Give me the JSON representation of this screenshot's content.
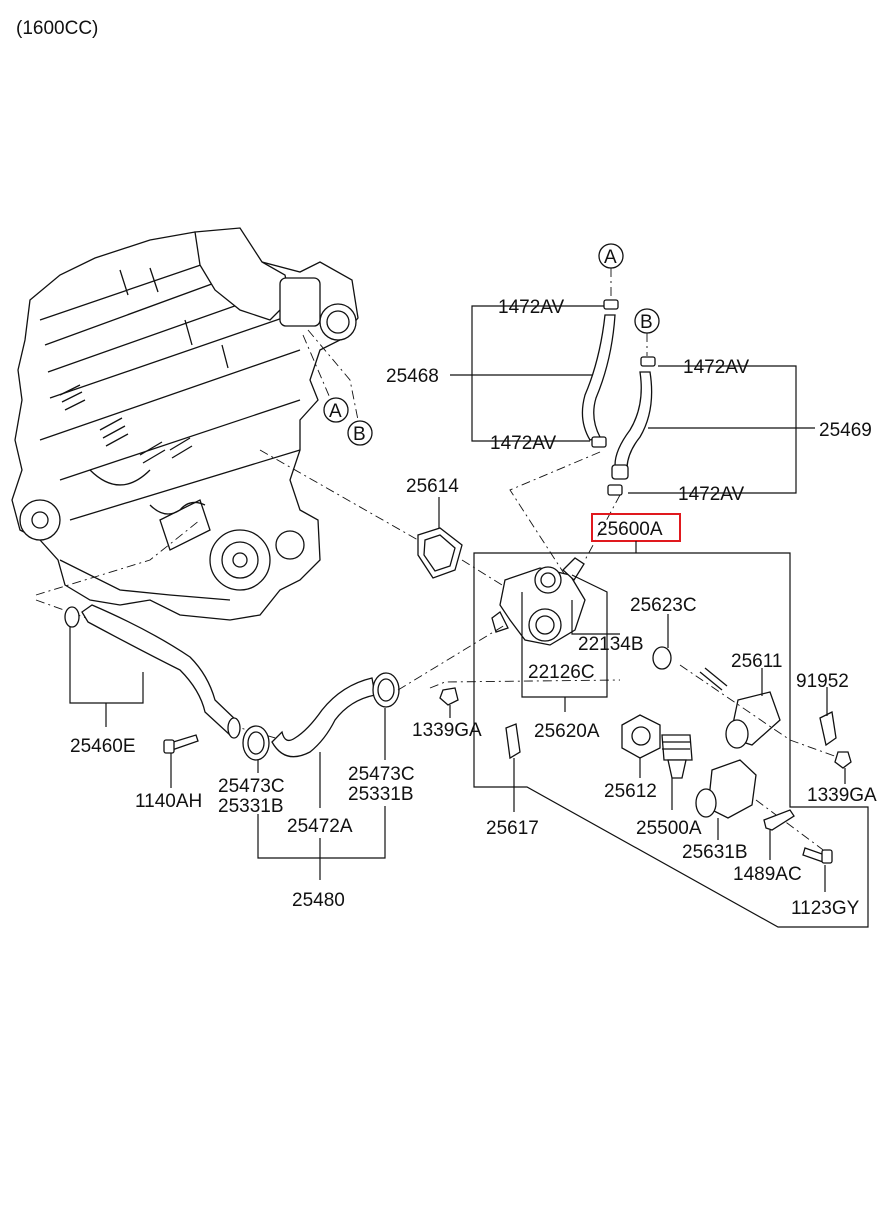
{
  "header": {
    "engine_label": "(1600CC)"
  },
  "refs": {
    "a": "A",
    "b": "B"
  },
  "parts": {
    "p1472av_1": "1472AV",
    "p1472av_2": "1472AV",
    "p1472av_3": "1472AV",
    "p1472av_4": "1472AV",
    "p25468": "25468",
    "p25469": "25469",
    "p25614": "25614",
    "p25600a": "25600A",
    "p25623c": "25623C",
    "p22134b": "22134B",
    "p22126c": "22126C",
    "p25611": "25611",
    "p91952": "91952",
    "p1339ga_1": "1339GA",
    "p25620a": "25620A",
    "p1339ga_2": "1339GA",
    "p25612": "25612",
    "p25617": "25617",
    "p25500a": "25500A",
    "p25631b": "25631B",
    "p1489ac": "1489AC",
    "p1123gy": "1123GY",
    "p25460e": "25460E",
    "p1140ah": "1140AH",
    "p25473c_1": "25473C",
    "p25331b_1": "25331B",
    "p25473c_2": "25473C",
    "p25331b_2": "25331B",
    "p25472a": "25472A",
    "p25480": "25480"
  },
  "colors": {
    "highlight": "#e0191e",
    "ink": "#111111"
  }
}
